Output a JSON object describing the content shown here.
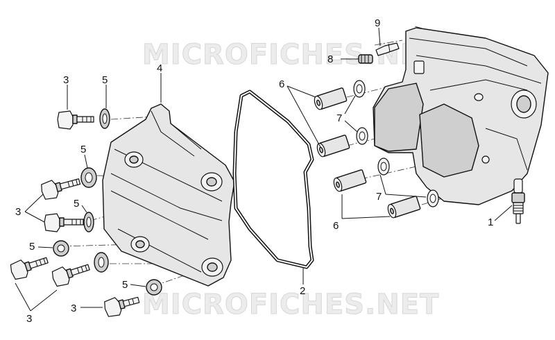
{
  "watermark": {
    "top": "MICROFICHES.NET",
    "bottom": "MICROFICHES.NET"
  },
  "callouts": {
    "c1": "1",
    "c2": "2",
    "c3a": "3",
    "c3b": "3",
    "c3c": "3",
    "c3d": "3",
    "c4": "4",
    "c5a": "5",
    "c5b": "5",
    "c5c": "5",
    "c5d": "5",
    "c5e": "5",
    "c6a": "6",
    "c6b": "6",
    "c7a": "7",
    "c7b": "7",
    "c8": "8",
    "c9": "9"
  }
}
